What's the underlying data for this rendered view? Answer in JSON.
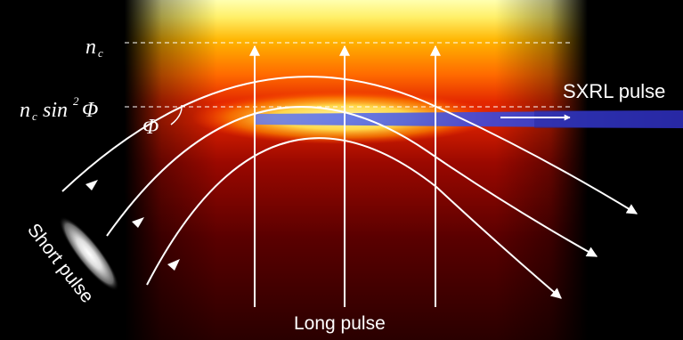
{
  "labels": {
    "nc_label": "n",
    "nc_sub": "c",
    "nc_sin_n": "n",
    "nc_sin_sub": "c",
    "nc_sin_func": "sin",
    "nc_sin_exp": "2",
    "nc_sin_phi": "Φ",
    "phi_angle": "Φ",
    "sxrl_pulse": "SXRL pulse",
    "long_pulse": "Long pulse",
    "short_pulse": "Short pulse"
  },
  "colors": {
    "background": "#000000",
    "plasma_core": "#fff2a0",
    "plasma_mid": "#ff9a00",
    "plasma_outer": "#8a0000",
    "sxrl_beam": "#3a3ad8",
    "rays": "#ffffff"
  },
  "icons": [
    "arrow-head-icon"
  ]
}
